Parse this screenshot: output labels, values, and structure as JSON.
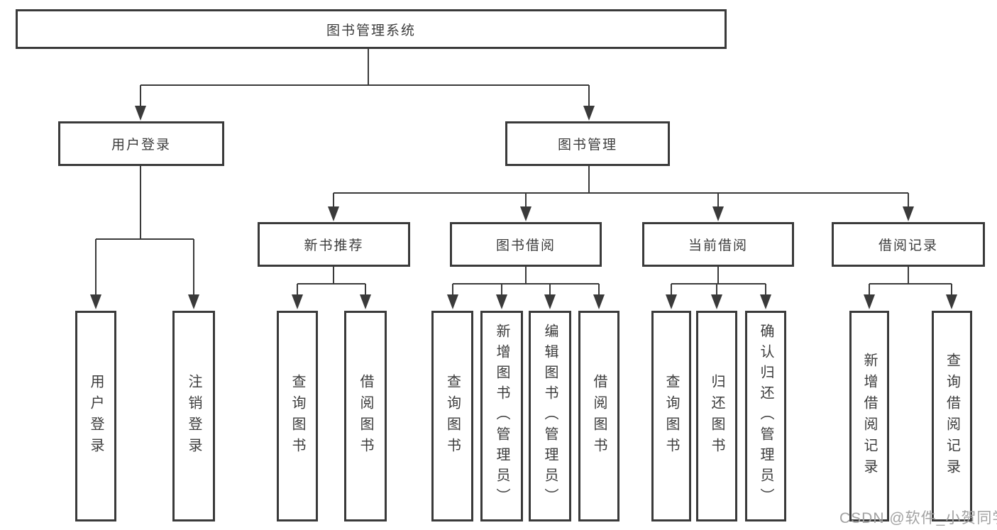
{
  "colors": {
    "line": "#3a3a3a",
    "box_border": "#3a3a3a",
    "text": "#3c3c3c",
    "box_background": "#ffffff",
    "page_background": "#ffffff",
    "watermark": "#a2a2a2"
  },
  "watermark": {
    "text": "CSDN @软件_小贺同学"
  },
  "tree": {
    "root": {
      "label": "图书管理系统"
    },
    "children": [
      {
        "label": "用户登录",
        "children": [
          {
            "label": "用户登录"
          },
          {
            "label": "注销登录"
          }
        ]
      },
      {
        "label": "图书管理",
        "children": [
          {
            "label": "新书推荐",
            "children": [
              {
                "label": "查询图书"
              },
              {
                "label": "借阅图书"
              }
            ]
          },
          {
            "label": "图书借阅",
            "children": [
              {
                "label": "查询图书"
              },
              {
                "label": "新增图书（管理员）"
              },
              {
                "label": "编辑图书（管理员）"
              },
              {
                "label": "借阅图书"
              }
            ]
          },
          {
            "label": "当前借阅",
            "children": [
              {
                "label": "查询图书"
              },
              {
                "label": "归还图书"
              },
              {
                "label": "确认归还（管理员）"
              }
            ]
          },
          {
            "label": "借阅记录",
            "children": [
              {
                "label": "新增借阅记录"
              },
              {
                "label": "查询借阅记录"
              }
            ]
          }
        ]
      }
    ]
  }
}
